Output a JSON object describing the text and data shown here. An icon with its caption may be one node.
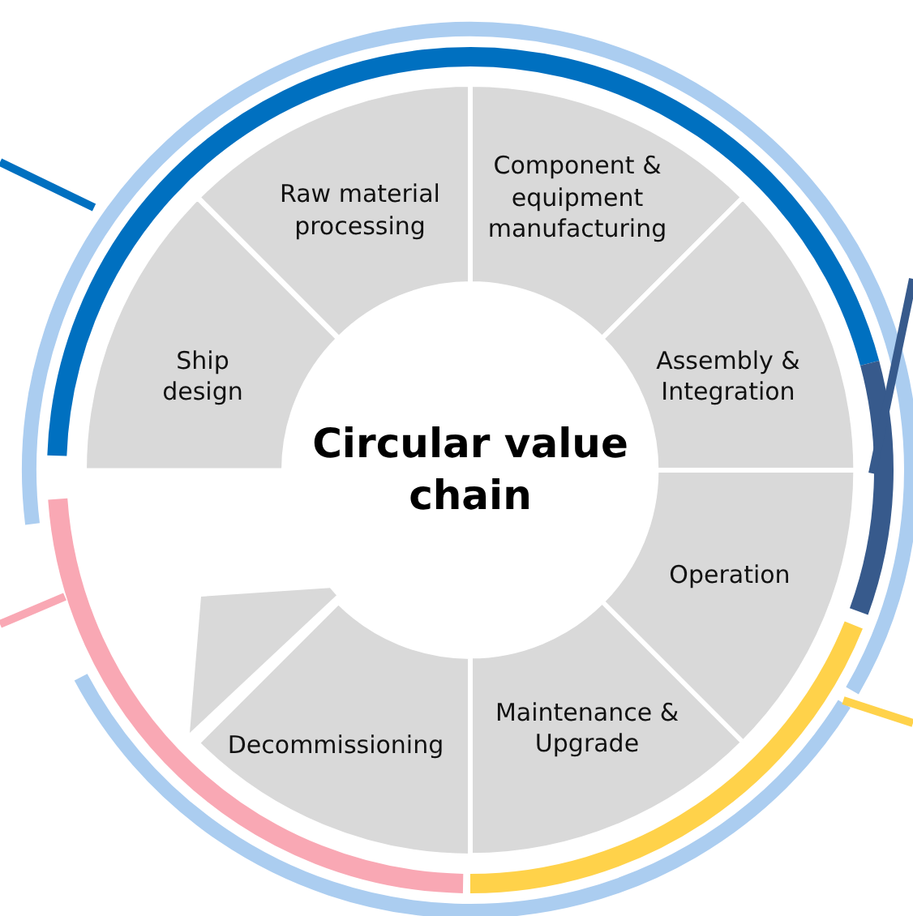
{
  "diagram": {
    "nodes": [
      {
        "text": [
          "Circular value chain"
        ]
      },
      {
        "text": [
          "Raw material processing"
        ]
      },
      {
        "text": [
          "Component & equipment manufacturing"
        ]
      },
      {
        "text": [
          "Assembly & Integration"
        ]
      },
      {
        "text": [
          "Operation"
        ]
      },
      {
        "text": [
          "Maintenance & Upgrade"
        ]
      },
      {
        "text": [
          "Decommissioning"
        ]
      },
      {
        "text": [
          "Ship design"
        ]
      }
    ]
  }
}
